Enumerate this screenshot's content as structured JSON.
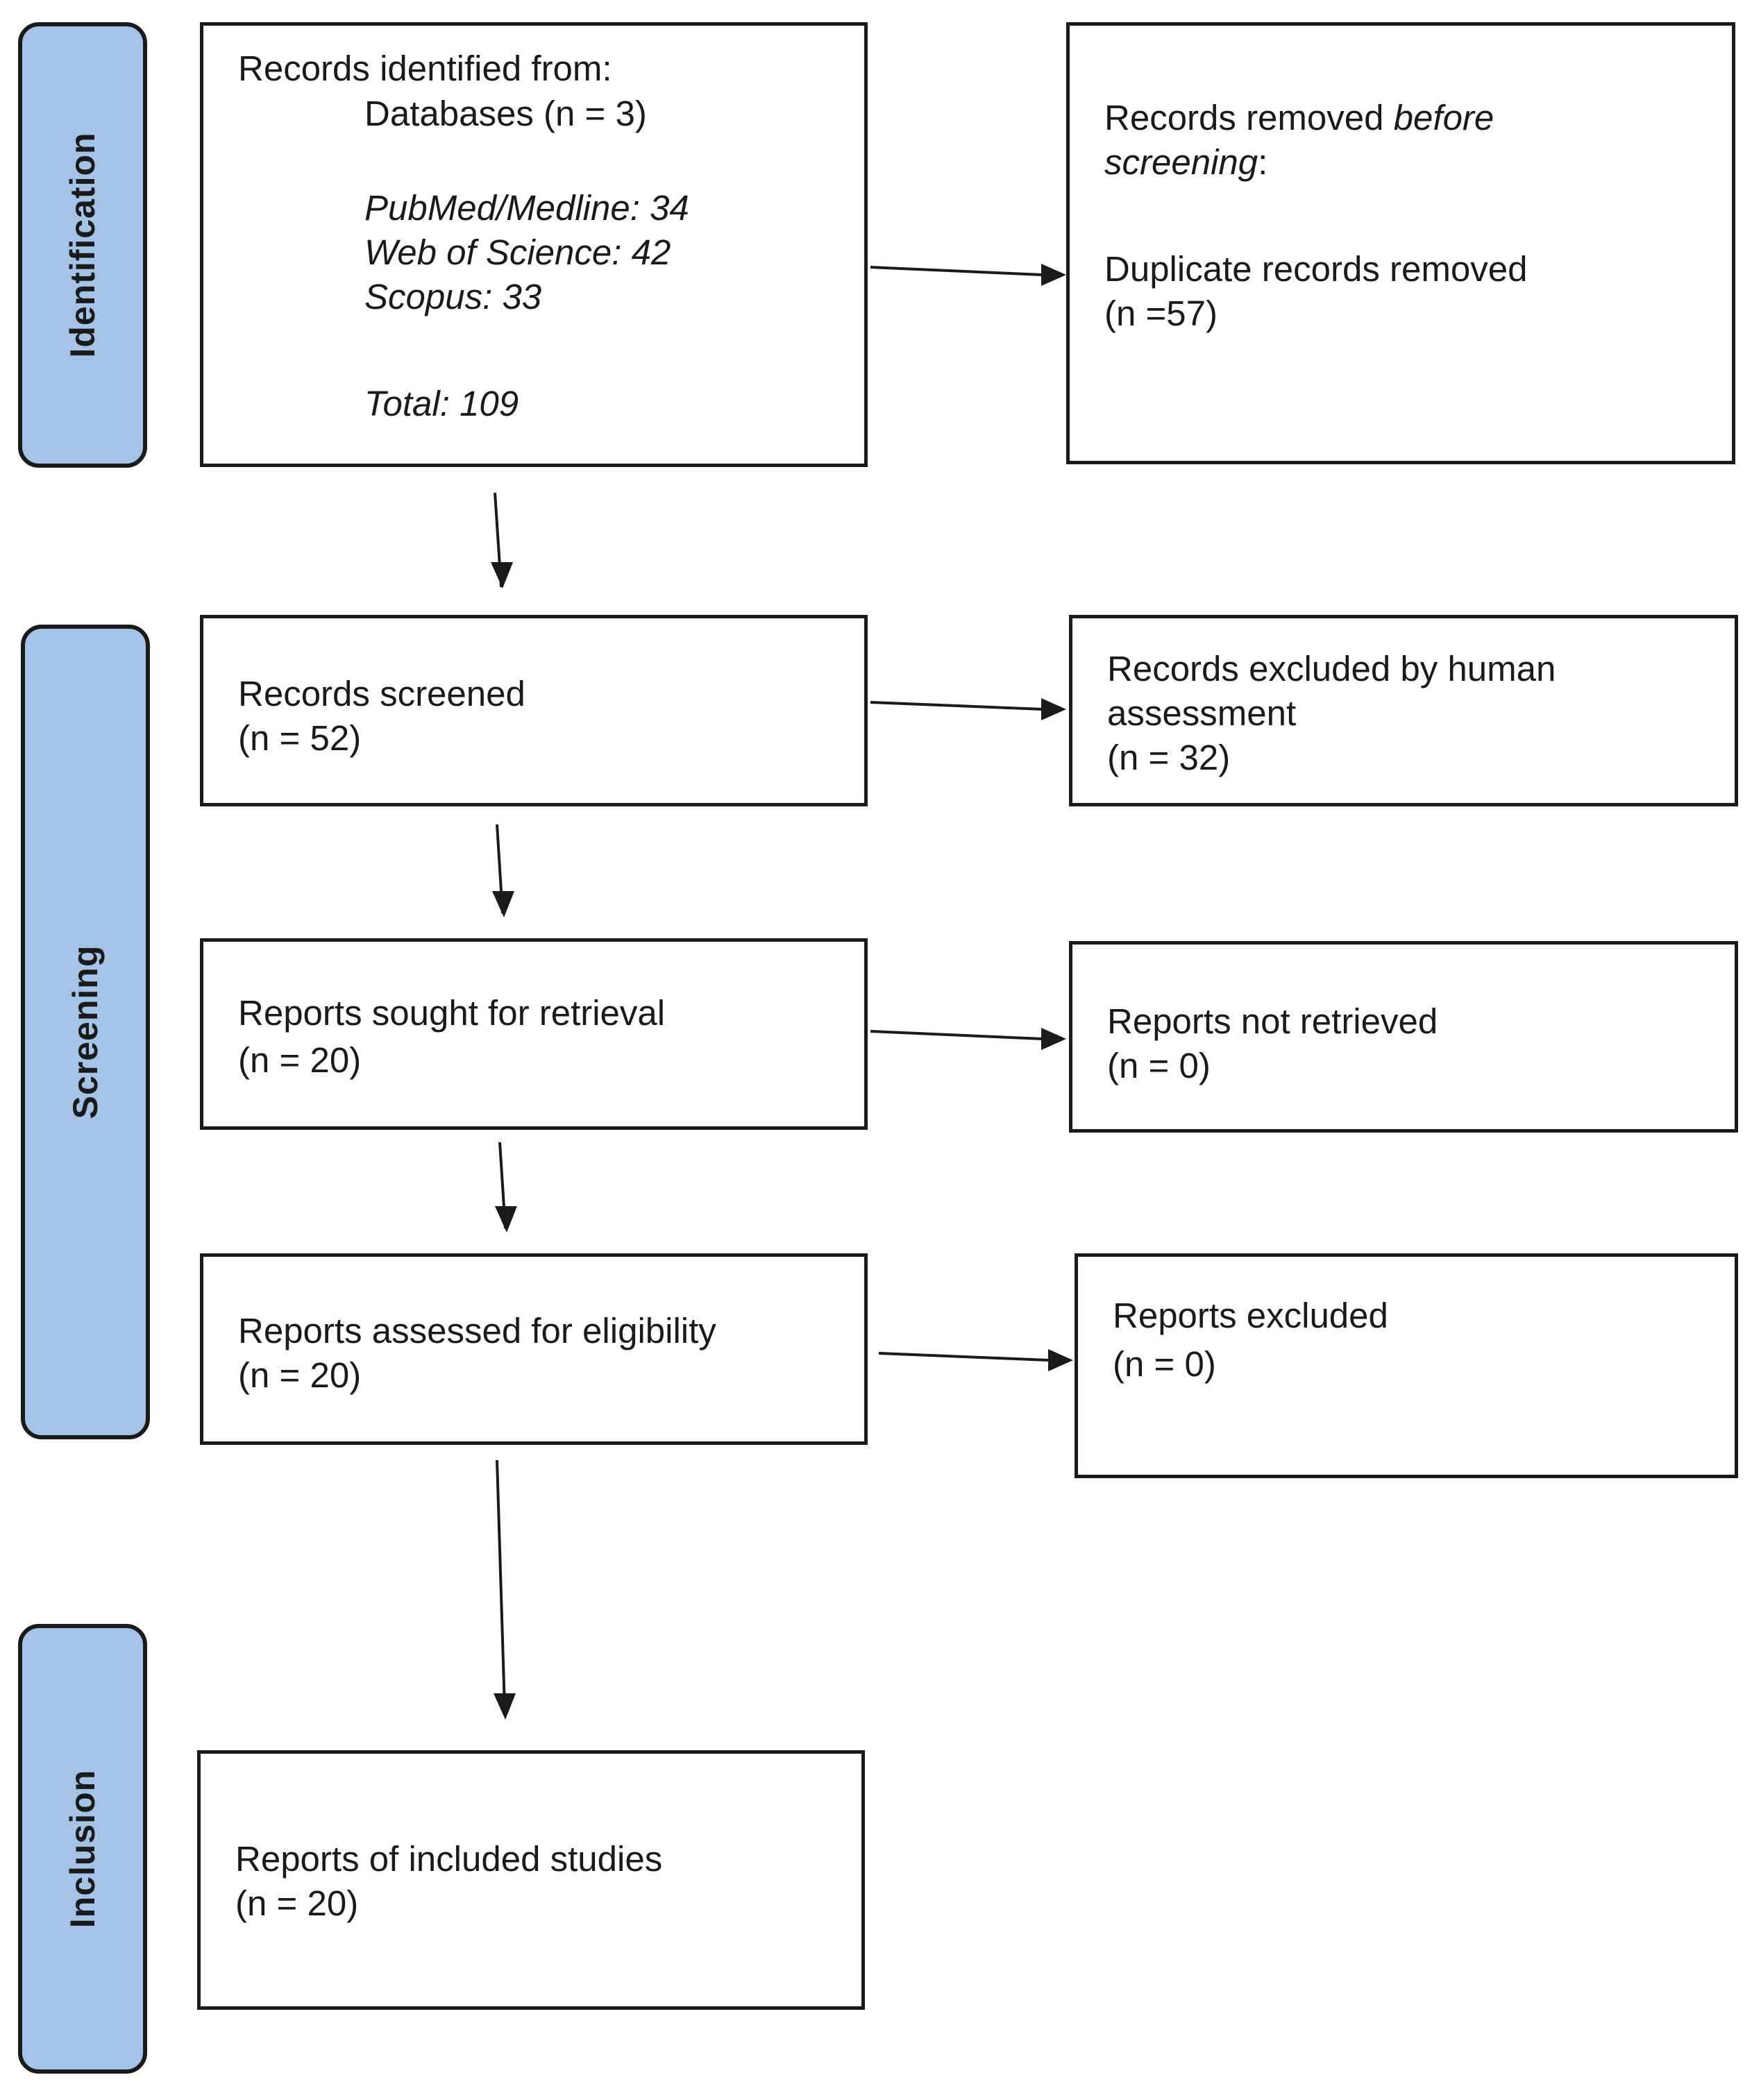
{
  "phases": {
    "identification": "Identification",
    "screening": "Screening",
    "inclusion": "Inclusion"
  },
  "identification": {
    "heading": "Records identified from:",
    "databases": "Databases (n = 3)",
    "pubmed": "PubMed/Medline: 34",
    "wos": "Web of Science: 42",
    "scopus": "Scopus: 33",
    "total": "Total: 109"
  },
  "removed": {
    "line1_prefix": "Records removed ",
    "line1_italic": "before",
    "line2_italic": "screening",
    "line2_suffix": ":",
    "label": "Duplicate records removed",
    "count": "(n =57)"
  },
  "screened": {
    "label": "Records screened",
    "count": "(n = 52)"
  },
  "excluded_human": {
    "line1": "Records excluded by human",
    "line2": "assessment",
    "count": "(n = 32)"
  },
  "sought": {
    "label": "Reports sought for retrieval",
    "count": "(n = 20)"
  },
  "not_retrieved": {
    "label": "Reports not retrieved",
    "count": "(n = 0)"
  },
  "assessed": {
    "label": "Reports assessed for eligibility",
    "count": "(n = 20)"
  },
  "reports_excluded": {
    "label": "Reports excluded",
    "count": "(n = 0)"
  },
  "included": {
    "label": "Reports of included studies",
    "count": "(n = 20)"
  },
  "colors": {
    "phase_fill": "#a4c3e6",
    "stroke": "#1a1a1a"
  }
}
